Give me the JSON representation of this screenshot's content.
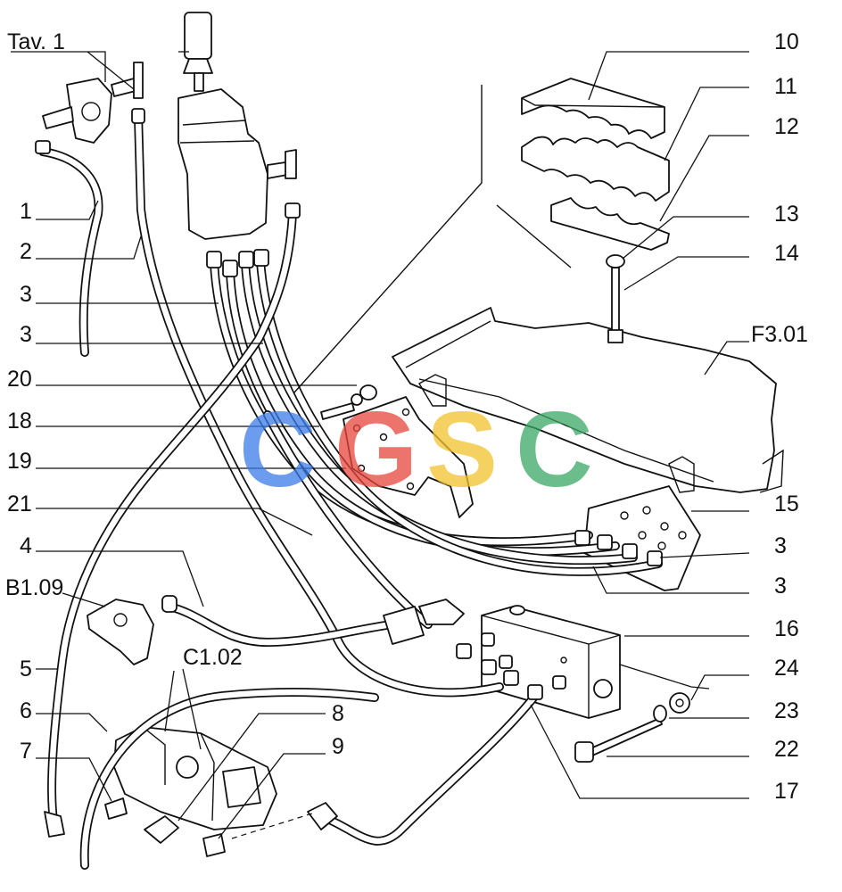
{
  "labels_left": [
    "Tav. 1",
    "1",
    "2",
    "3",
    "3",
    "20",
    "18",
    "19",
    "21",
    "4",
    "B1.09",
    "5",
    "6",
    "7",
    "C1.02"
  ],
  "labels_right": [
    "10",
    "11",
    "12",
    "13",
    "14",
    "F3.01",
    "15",
    "3",
    "3",
    "16",
    "24",
    "23",
    "22",
    "17"
  ],
  "labels_center": [
    "8",
    "9"
  ],
  "watermark": {
    "letters": [
      "C",
      "G",
      "S",
      "C"
    ],
    "colors": [
      "#3b7be8",
      "#e8463b",
      "#f2c22e",
      "#3aa865"
    ]
  }
}
